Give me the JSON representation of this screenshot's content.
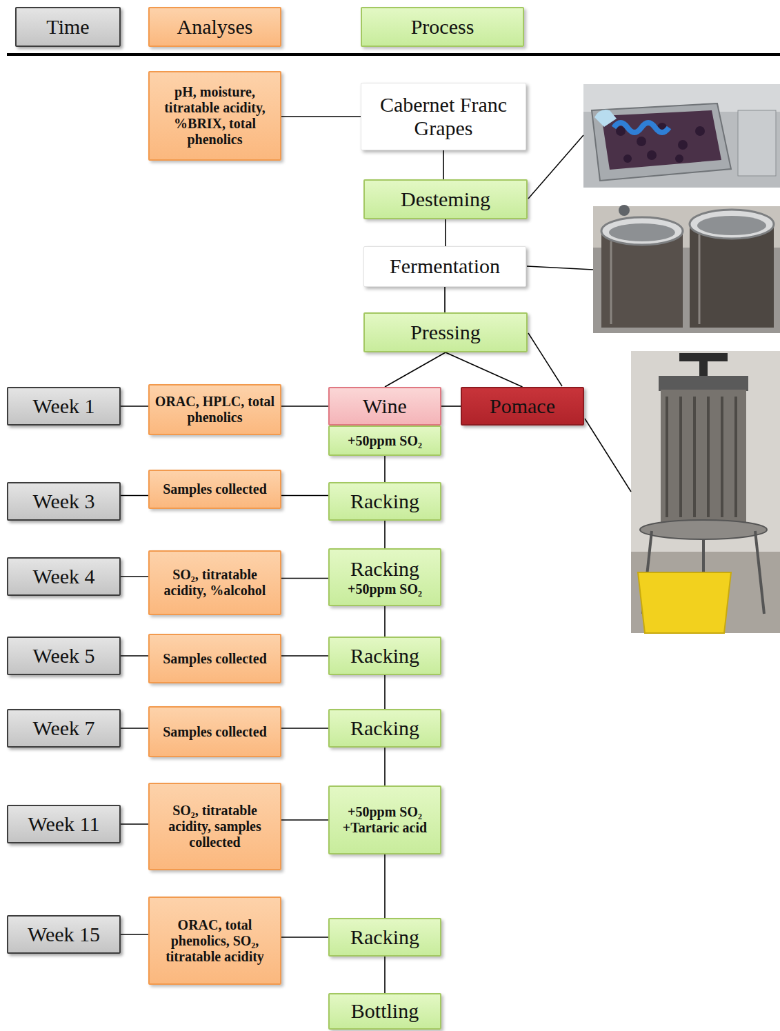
{
  "diagram": {
    "nodes": [
      {
        "text": [
          "Time"
        ]
      },
      {
        "text": [
          "Analyses"
        ]
      },
      {
        "text": [
          "Process"
        ]
      },
      {
        "text": [
          "pH, moisture, titratable acidity, %BRIX, total phenolics"
        ]
      },
      {
        "text": [
          "Cabernet Franc Grapes"
        ]
      },
      {
        "text": [
          "Desteming"
        ]
      },
      {
        "text": [
          "Fermentation"
        ]
      },
      {
        "text": [
          "Pressing"
        ]
      },
      {
        "text": [
          "Week 1"
        ]
      },
      {
        "text": [
          "ORAC, HPLC, total phenolics"
        ]
      },
      {
        "text": [
          "Wine"
        ]
      },
      {
        "text": [
          "Pomace"
        ]
      },
      {
        "text": [
          "+50ppm SO₂"
        ]
      },
      {
        "text": [
          "Week 3"
        ]
      },
      {
        "text": [
          "Samples collected"
        ]
      },
      {
        "text": [
          "Racking"
        ]
      },
      {
        "text": [
          "Week 4"
        ]
      },
      {
        "text": [
          "SO₂, titratable acidity, %alcohol"
        ]
      },
      {
        "text": [
          "Racking",
          "+50ppm SO₂"
        ]
      },
      {
        "text": [
          "Week 5"
        ]
      },
      {
        "text": [
          "Samples collected"
        ]
      },
      {
        "text": [
          "Racking"
        ]
      },
      {
        "text": [
          "Week 7"
        ]
      },
      {
        "text": [
          "Samples collected"
        ]
      },
      {
        "text": [
          "Racking"
        ]
      },
      {
        "text": [
          "Week 11"
        ]
      },
      {
        "text": [
          "SO₂, titratable acidity, samples collected"
        ]
      },
      {
        "text": [
          "+50ppm SO₂",
          "+Tartaric acid"
        ]
      },
      {
        "text": [
          "Week 15"
        ]
      },
      {
        "text": [
          "ORAC, total phenolics, SO₂, titratable acidity"
        ]
      },
      {
        "text": [
          "Racking"
        ]
      },
      {
        "text": [
          "Bottling"
        ]
      }
    ],
    "edges": [
      {
        "from": 3,
        "to": 4,
        "arrow": "none"
      },
      {
        "from": 4,
        "to": 5,
        "arrow": "none"
      },
      {
        "from": 5,
        "to": 6,
        "arrow": "none"
      },
      {
        "from": 6,
        "to": 7,
        "arrow": "none"
      },
      {
        "from": 7,
        "to": 10,
        "arrow": "none"
      },
      {
        "from": 7,
        "to": 11,
        "arrow": "none"
      },
      {
        "from": 8,
        "to": 9,
        "arrow": "none"
      },
      {
        "from": 9,
        "to": 10,
        "arrow": "none"
      },
      {
        "from": 10,
        "to": 11,
        "arrow": "none"
      },
      {
        "from": 12,
        "to": 15,
        "arrow": "none"
      },
      {
        "from": 13,
        "to": 14,
        "arrow": "none"
      },
      {
        "from": 14,
        "to": 15,
        "arrow": "none"
      },
      {
        "from": 15,
        "to": 18,
        "arrow": "none"
      },
      {
        "from": 16,
        "to": 17,
        "arrow": "none"
      },
      {
        "from": 17,
        "to": 18,
        "arrow": "none"
      },
      {
        "from": 18,
        "to": 21,
        "arrow": "none"
      },
      {
        "from": 19,
        "to": 20,
        "arrow": "none"
      },
      {
        "from": 20,
        "to": 21,
        "arrow": "none"
      },
      {
        "from": 21,
        "to": 24,
        "arrow": "none"
      },
      {
        "from": 22,
        "to": 23,
        "arrow": "none"
      },
      {
        "from": 23,
        "to": 24,
        "arrow": "none"
      },
      {
        "from": 24,
        "to": 27,
        "arrow": "none"
      },
      {
        "from": 25,
        "to": 26,
        "arrow": "none"
      },
      {
        "from": 26,
        "to": 27,
        "arrow": "none"
      },
      {
        "from": 27,
        "to": 30,
        "arrow": "none"
      },
      {
        "from": 28,
        "to": 29,
        "arrow": "none"
      },
      {
        "from": 29,
        "to": 30,
        "arrow": "none"
      },
      {
        "from": 30,
        "to": 31,
        "arrow": "none"
      }
    ]
  }
}
